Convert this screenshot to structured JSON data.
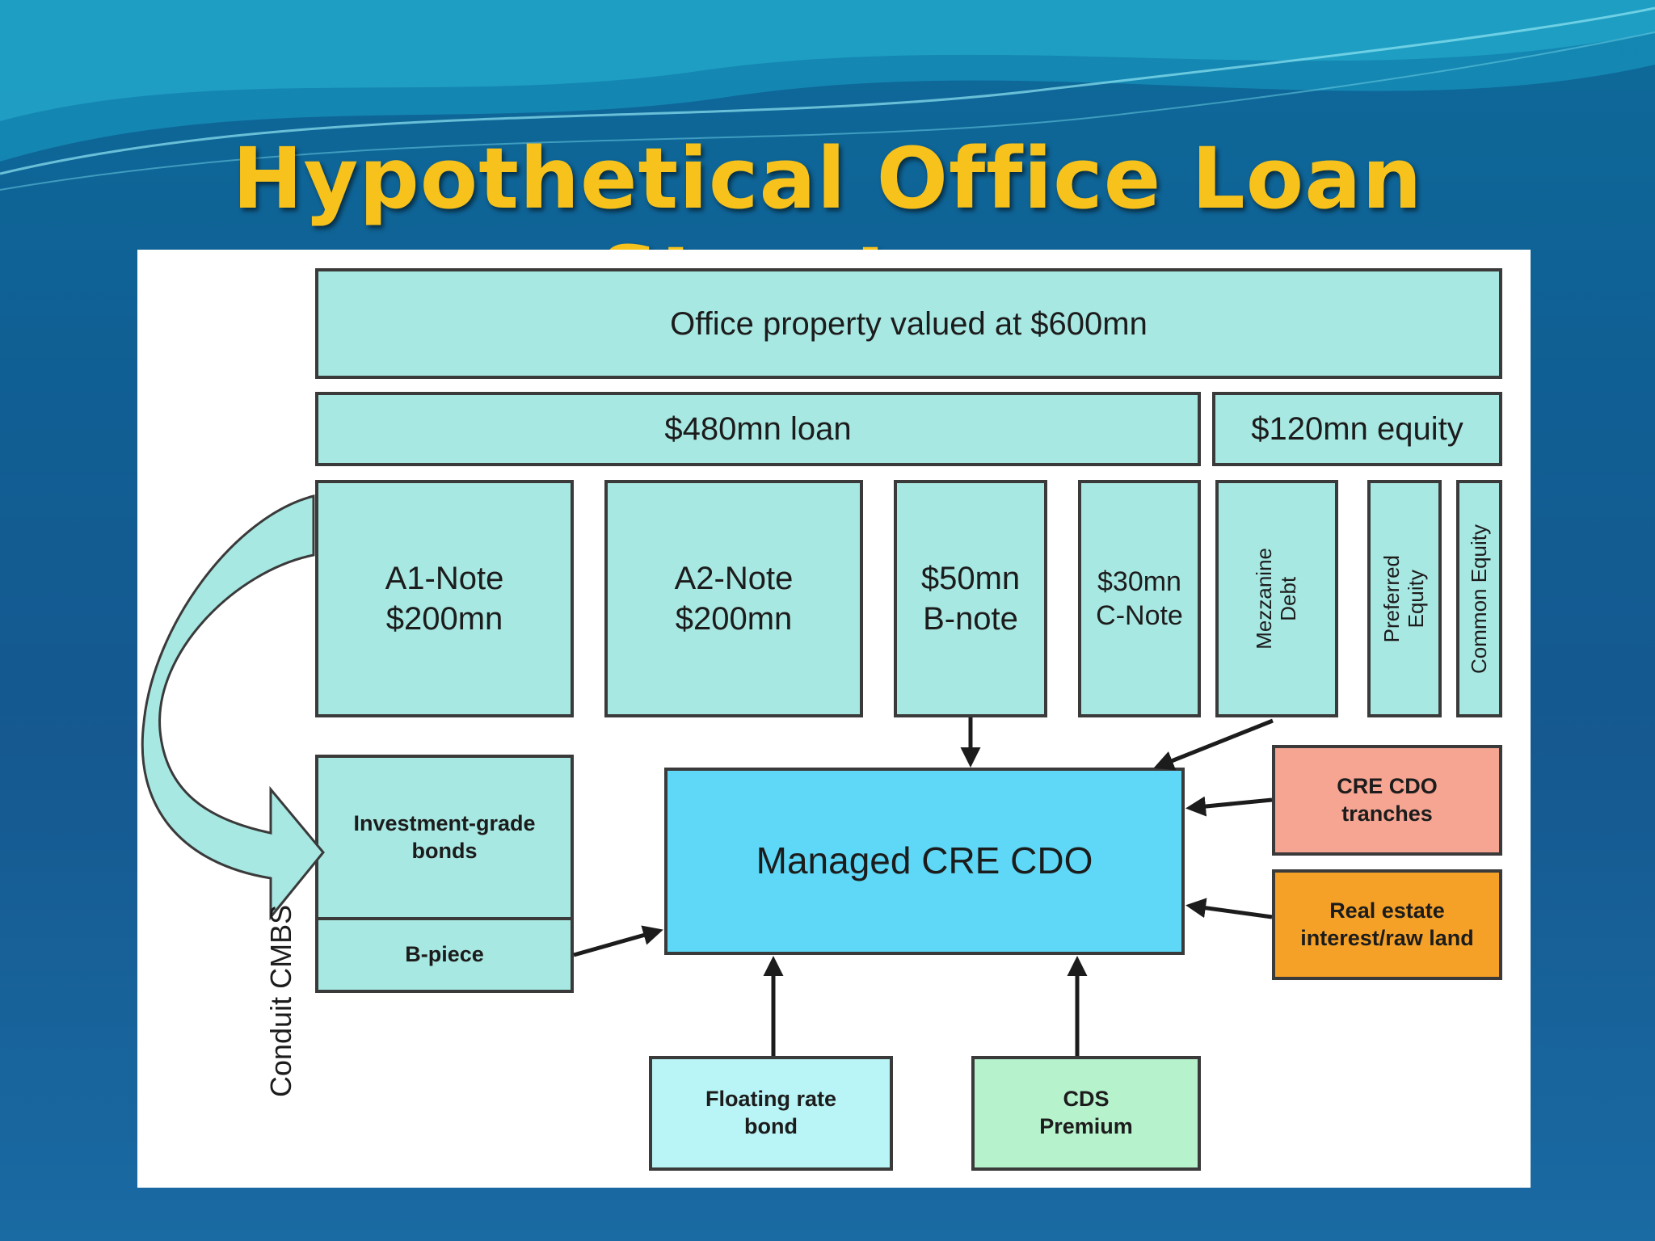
{
  "slide": {
    "title": "Hypothetical Office Loan Structure"
  },
  "diagram": {
    "property": "Office property valued at $600mn",
    "loan": "$480mn loan",
    "equity": "$120mn equity",
    "a1_note": "A1-Note\n$200mn",
    "a2_note": "A2-Note\n$200mn",
    "b_note": "$50mn\nB-note",
    "c_note": "$30mn\nC-Note",
    "mezzanine": "Mezzanine\nDebt",
    "preferred_equity": "Preferred\nEquity",
    "common_equity": "Common Equity",
    "investment_grade": "Investment-grade\nbonds",
    "b_piece": "B-piece",
    "conduit": "Conduit CMBS",
    "cdo": "Managed CRE CDO",
    "cre_cdo_tranches": "CRE CDO\ntranches",
    "real_estate": "Real estate\ninterest/raw land",
    "floating_rate": "Floating rate\nbond",
    "cds_premium": "CDS\nPremium"
  },
  "colors": {
    "teal": "#a8e8e2",
    "cdo_blue": "#5ed8f6",
    "salmon": "#f5a592",
    "orange": "#f5a128",
    "title_gold": "#f7c21b"
  }
}
